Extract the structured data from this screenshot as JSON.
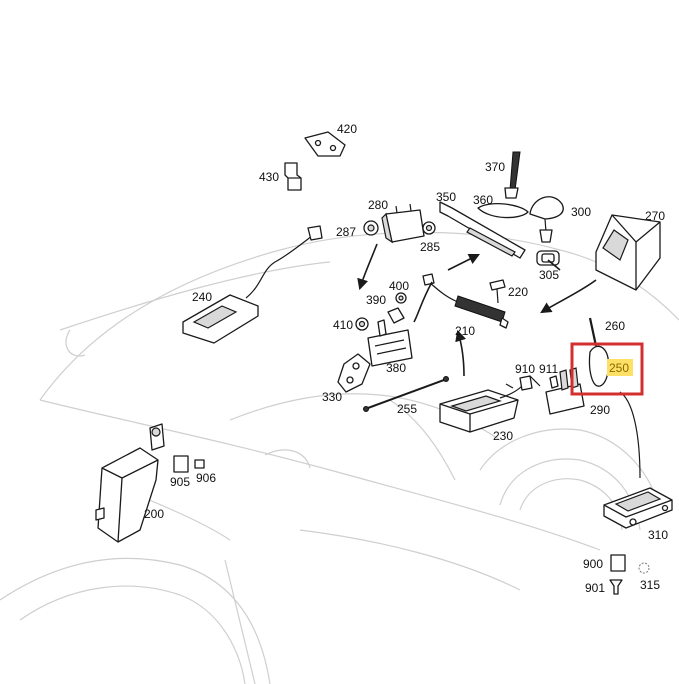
{
  "labels": {
    "p420": "420",
    "p430": "430",
    "p370": "370",
    "p280": "280",
    "p350": "350",
    "p360": "360",
    "p300": "300",
    "p270": "270",
    "p287": "287",
    "p285": "285",
    "p305": "305",
    "p240": "240",
    "p400": "400",
    "p220": "220",
    "p390": "390",
    "p410": "410",
    "p210": "210",
    "p260": "260",
    "p380": "380",
    "p910": "910",
    "p911": "911",
    "p250": "250",
    "p330": "330",
    "p255": "255",
    "p290": "290",
    "p230": "230",
    "p905": "905",
    "p906": "906",
    "p200": "200",
    "p310": "310",
    "p900": "900",
    "p901": "901",
    "p315": "315"
  },
  "highlight": {
    "part": "250",
    "box_color": "#d32f2f",
    "fill_color": "#ffe066"
  }
}
